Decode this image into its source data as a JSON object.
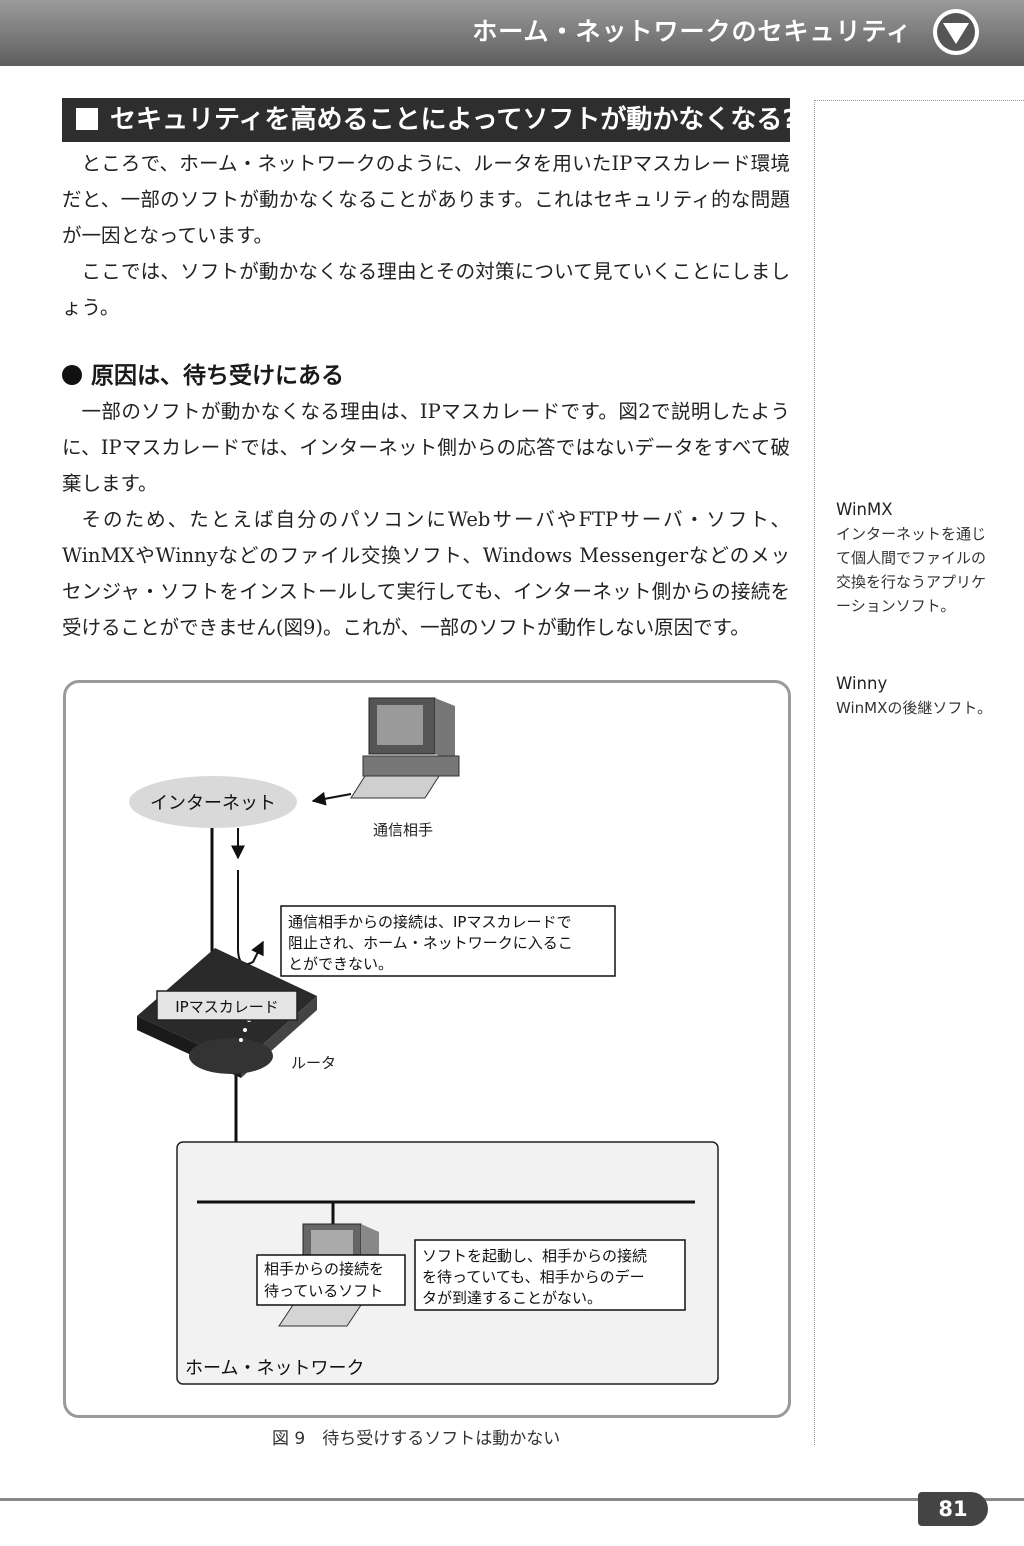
{
  "header": {
    "title": "ホーム・ネットワークのセキュリティ",
    "icon": "triangle-down-icon"
  },
  "section": {
    "title": "セキュリティを高めることによってソフトが動かなくなる?"
  },
  "intro_paragraphs": [
    "ところで、ホーム・ネットワークのように、ルータを用いたIPマスカレード環境だと、一部のソフトが動かなくなることがあります。これはセキュリティ的な問題が一因となっています。",
    "ここでは、ソフトが動かなくなる理由とその対策について見ていくことにしましょう。"
  ],
  "subsection": {
    "title": "原因は、待ち受けにある"
  },
  "cause_paragraphs": [
    "一部のソフトが動かなくなる理由は、IPマスカレードです。図2で説明したように、IPマスカレードでは、インターネット側からの応答ではないデータをすべて破棄します。",
    "そのため、たとえば自分のパソコンにWebサーバやFTPサーバ・ソフト、WinMXやWinnyなどのファイル交換ソフト、Windows Messengerなどのメッセンジャ・ソフトをインストールして実行しても、インターネット側からの接続を受けることができません(図9)。これが、一部のソフトが動作しない原因です。"
  ],
  "sidebar_notes": [
    {
      "term": "WinMX",
      "desc": "インターネットを通じて個人間でファイルの交換を行なうアプリケーションソフト。"
    },
    {
      "term": "Winny",
      "desc": "WinMXの後継ソフト。"
    }
  ],
  "figure": {
    "internet_label": "インターネット",
    "peer_label": "通信相手",
    "blocked_note_lines": [
      "通信相手からの接続は、IPマスカレードで",
      "阻止され、ホーム・ネットワークに入るこ",
      "とができない。"
    ],
    "router_tag": "IPマスカレード",
    "router_label": "ルータ",
    "waiting_lines": [
      "相手からの接続を",
      "待っているソフト"
    ],
    "never_lines": [
      "ソフトを起動し、相手からの接続",
      "を待っていても、相手からのデー",
      "タが到達することがない。"
    ],
    "home_label": "ホーム・ネットワーク",
    "caption": "図 9　待ち受けするソフトは動かない"
  },
  "page_number": "81",
  "colors": {
    "header": "#6e6e6e",
    "heading_bg": "#2e2e2e",
    "figure_border": "#9a9a9a"
  }
}
